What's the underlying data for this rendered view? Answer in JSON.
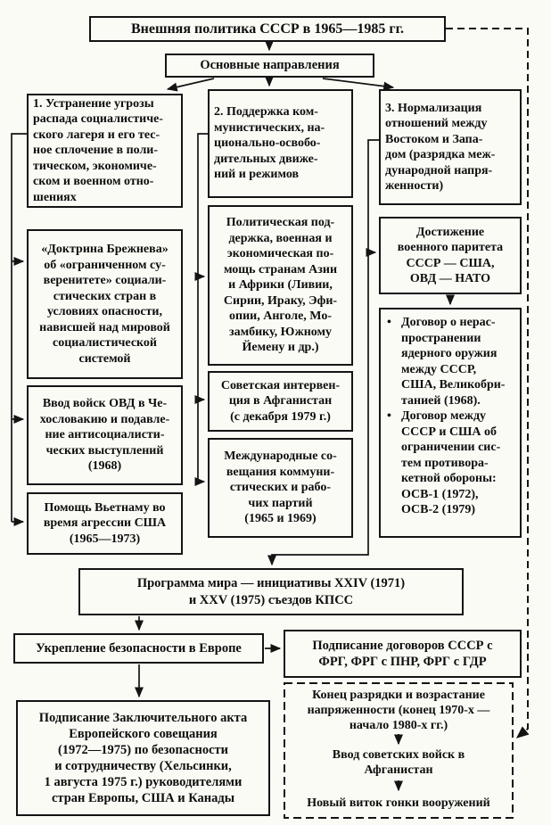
{
  "diagram": {
    "title": "Внешняя политика СССР в 1965—1985 гг.",
    "directions_label": "Основные направления",
    "columns": {
      "c1": {
        "head": "1. Устранение угрозы\nраспада социалистиче-\nского лагеря и его тес-\nное сплочение в поли-\nтическом, экономиче-\nском и военном отно-\nшениях",
        "doctrine": "«Доктрина Брежнева»\nоб «ограниченном су-\nверенитете» социали-\nстических стран в\nусловиях опасности,\nнависшей над мировой\nсоциалистической\nсистемой",
        "ovd_troops": "Ввод войск ОВД в Че-\nхословакию и подавле-\nние антисоциалисти-\nческих выступлений\n(1968)",
        "vietnam_aid": "Помощь Вьетнаму во\nвремя агрессии США\n(1965—1973)"
      },
      "c2": {
        "head": "2. Поддержка ком-\nмунистических, на-\nционально-освобо-\nдительных движе-\nний и режимов",
        "support": "Политическая под-\nдержка, военная и\nэкономическая по-\nмощь странам Азии\nи Африки (Ливии,\nСирии, Ираку, Эфи-\nопии, Анголе, Мо-\nзамбику, Южному\nЙемену и др.)",
        "afghan_intervention": "Советская интервен-\nция в Афганистан\n(с декабря 1979 г.)",
        "party_meetings": "Международные со-\nвещания коммуни-\nстических и рабо-\nчих партий\n(1965 и 1969)"
      },
      "c3": {
        "head": "3. Нормализация\nотношений между\nВостоком и Запа-\nдом (разрядка меж-\nдународной напря-\nженности)",
        "parity": "Достижение\nвоенного паритета\nСССР — США,\nОВД — НАТО",
        "bullet_char": "•",
        "treaties": [
          "Договор о нерас-\nпространении\nядерного оружия\nмежду СССР,\nСША, Великобри-\nтанией (1968).",
          "Договор между\nСССР и США об\nограничении сис-\nтем противора-\nкетной обороны:\nОСВ-1 (1972),\nОСВ-2 (1979)"
        ]
      }
    },
    "bottom": {
      "peace_program": "Программа мира — инициативы XXIV (1971)\nи XXV (1975) съездов КПСС",
      "europe_security": "Укрепление безопасности в Европе",
      "frg_treaties": "Подписание договоров СССР с\nФРГ, ФРГ с ПНР, ФРГ с ГДР",
      "final_act": "Подписание Заключительного акта\nЕвропейского совещания\n(1972—1975) по безопасности\nи сотрудничеству (Хельсинки,\n1 августа 1975 г.) руководителями\nстран Европы, США и Канады",
      "detente_end": "Конец разрядки и возрастание\nнапряженности (конец 1970-х —\nначало 1980-х гг.)",
      "afghan_troops": "Ввод советских войск в\nАфганистан",
      "arms_race": "Новый виток гонки вооружений"
    }
  }
}
